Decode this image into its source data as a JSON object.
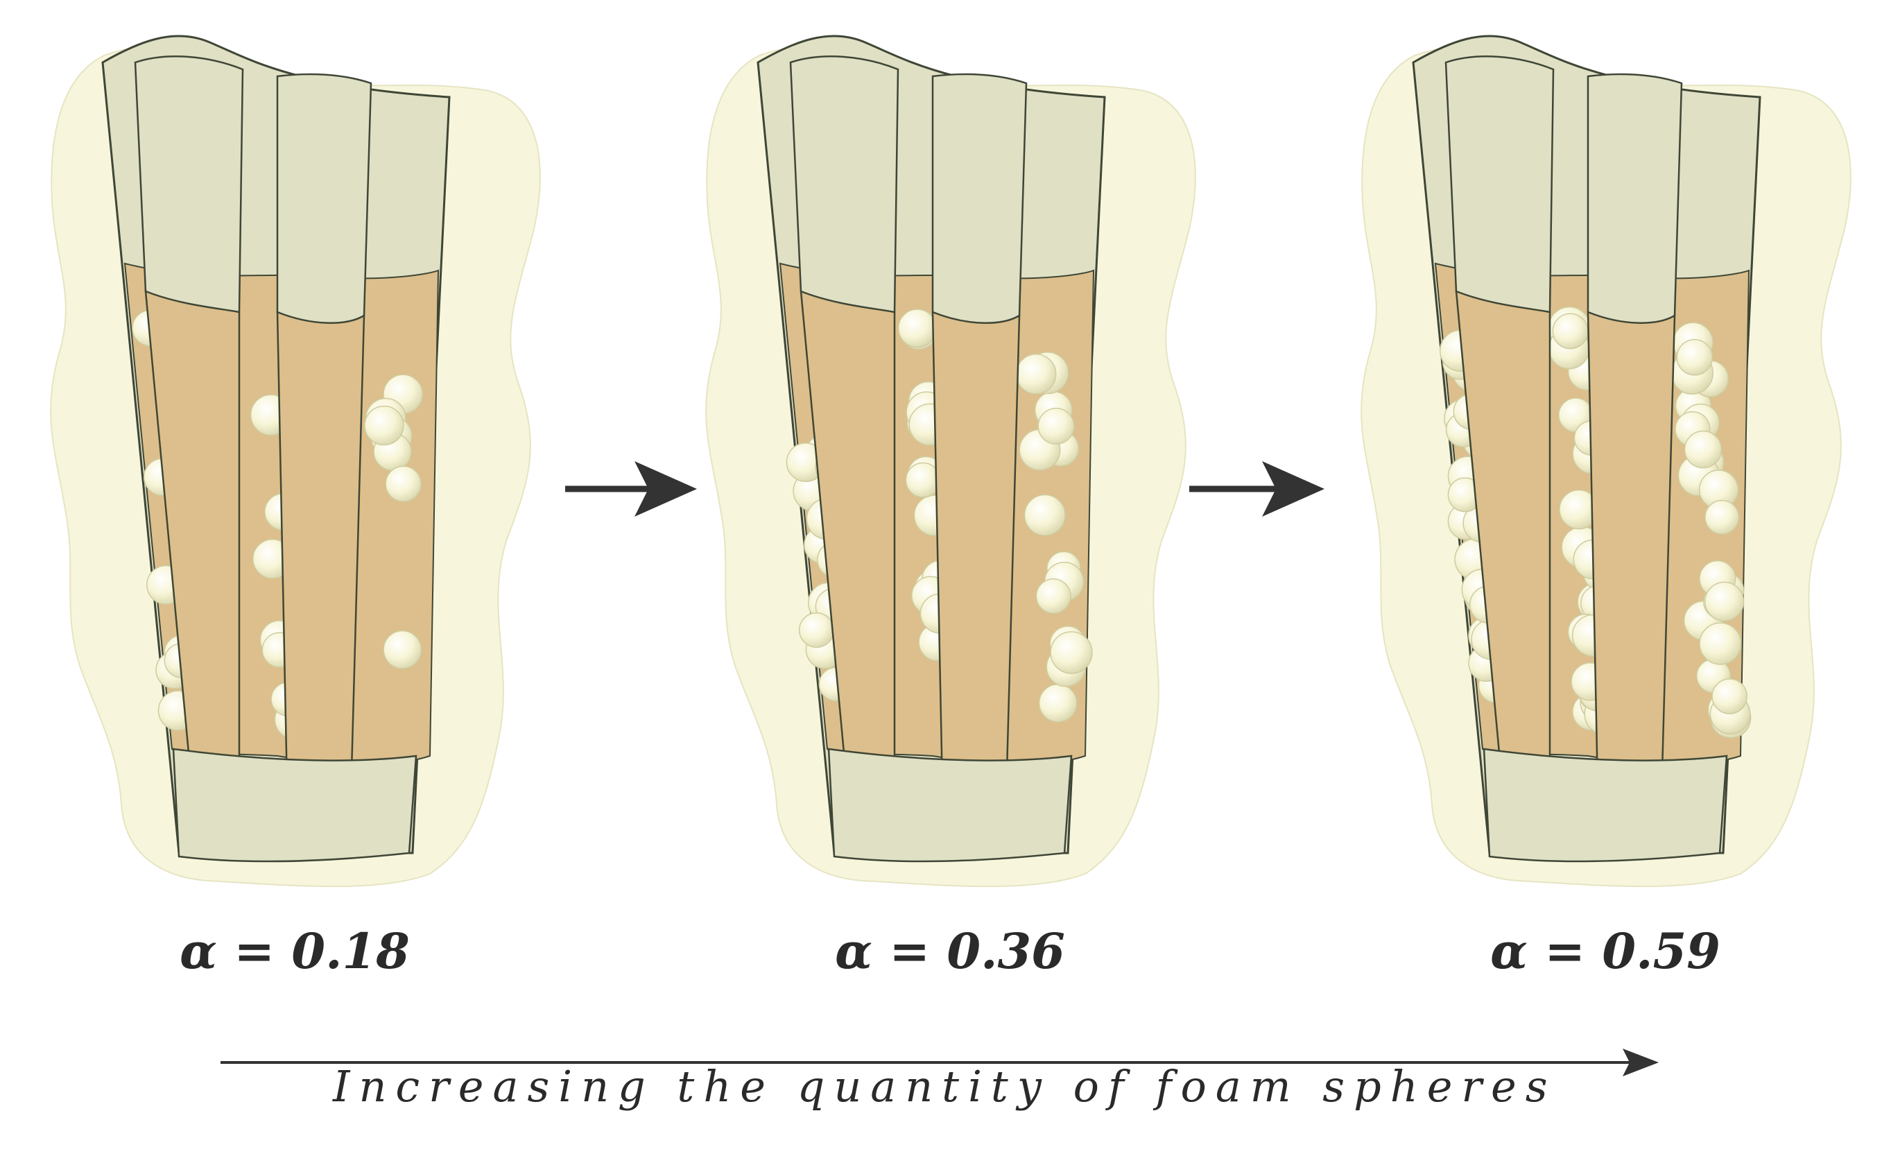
{
  "panels": [
    {
      "label": "α = 0.18",
      "alpha": 0.18
    },
    {
      "label": "α = 0.36",
      "alpha": 0.36
    },
    {
      "label": "α = 0.59",
      "alpha": 0.59
    }
  ],
  "caption": "Increasing the quantity of foam spheres",
  "colors": {
    "background_blob": "#f7f6dc",
    "rod": "#dfe0c4",
    "rod_edge": "#3f4636",
    "cavity": "#dcbf8c",
    "sphere": "#f8f6da",
    "arrow": "#333333"
  },
  "icons": {
    "step_arrow": "arrow-right-icon",
    "caption_arrow": "long-arrow-right-icon"
  }
}
